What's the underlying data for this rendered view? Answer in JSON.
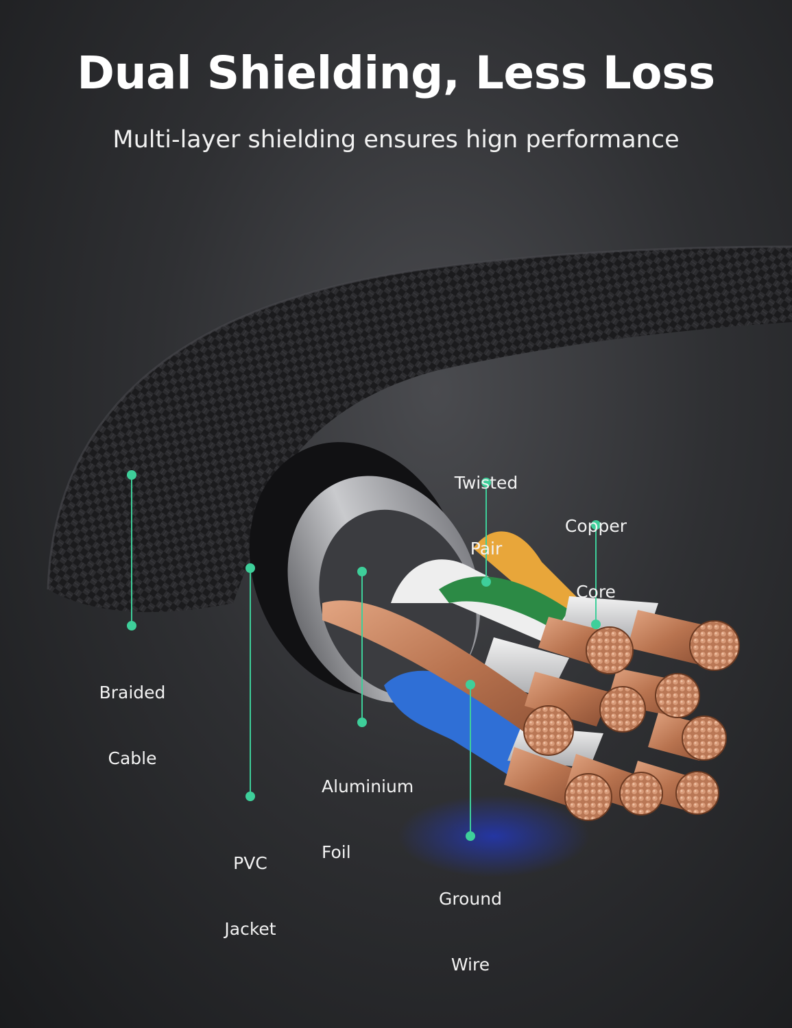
{
  "headline": "Dual Shielding, Less Loss",
  "subline": "Multi-layer shielding ensures hign performance",
  "colors": {
    "accent": "#3ecf9a",
    "background": "#2f3033",
    "braid": "#1c1c1e",
    "copper": "#c98a6a",
    "green_wire": "#2c8a45",
    "orange_wire": "#e8a63a",
    "blue_wire": "#2f6fd6"
  },
  "callouts": [
    {
      "id": "braided-cable",
      "line1": "Braided",
      "line2": "Cable"
    },
    {
      "id": "pvc-jacket",
      "line1": "PVC",
      "line2": "Jacket"
    },
    {
      "id": "aluminium-foil",
      "line1": "Aluminium",
      "line2": "Foil"
    },
    {
      "id": "twisted-pair",
      "line1": "Twisted",
      "line2": "Pair"
    },
    {
      "id": "copper-core",
      "line1": "Copper",
      "line2": "Core"
    },
    {
      "id": "ground-wire",
      "line1": "Ground",
      "line2": "Wire"
    }
  ]
}
